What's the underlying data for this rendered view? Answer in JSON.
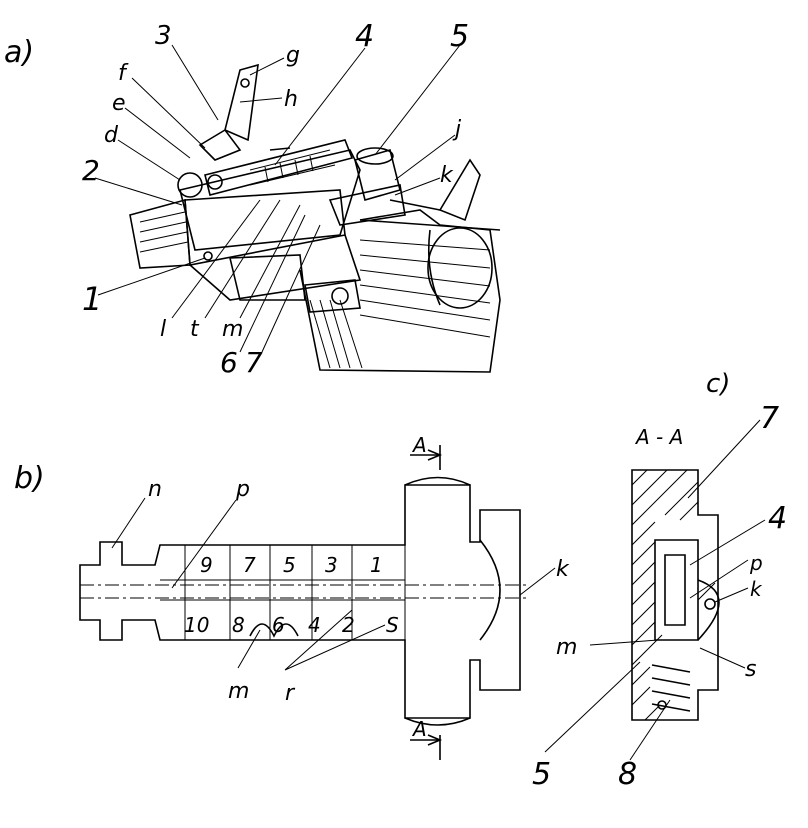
{
  "panels": {
    "a": {
      "tag": "a)",
      "labels": [
        "1",
        "2",
        "3",
        "4",
        "5",
        "6",
        "7",
        "d",
        "e",
        "f",
        "g",
        "h",
        "j",
        "k",
        "l",
        "t",
        "m"
      ]
    },
    "b": {
      "tag": "b)",
      "section_mark": "A",
      "labels": [
        "n",
        "p",
        "k",
        "m",
        "r"
      ],
      "scale_top": [
        "9",
        "7",
        "5",
        "3",
        "1"
      ],
      "scale_bottom": [
        "10",
        "8",
        "6",
        "4",
        "2",
        "S"
      ]
    },
    "c": {
      "tag": "c)",
      "section_title": "A - A",
      "labels": [
        "7",
        "4",
        "p",
        "k",
        "m",
        "s",
        "5",
        "8"
      ]
    }
  },
  "colors": {
    "ink": "#000000",
    "paper": "#ffffff"
  }
}
